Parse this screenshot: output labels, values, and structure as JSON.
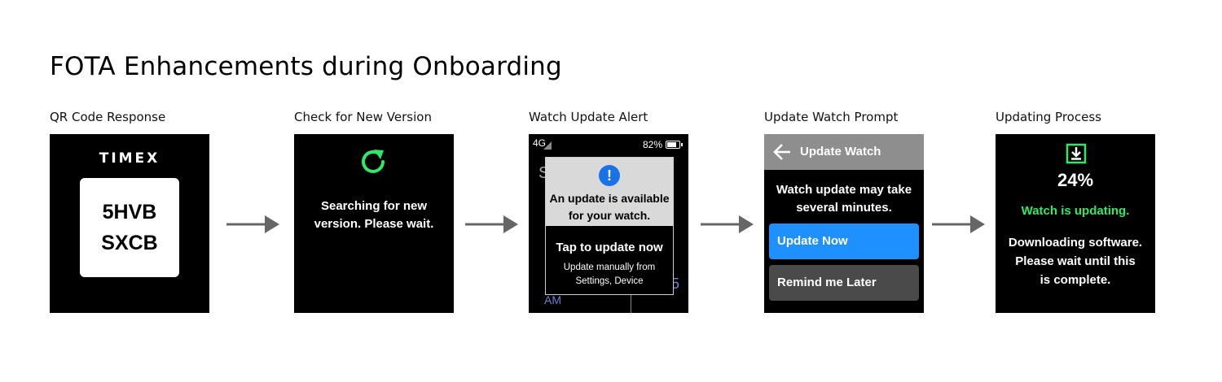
{
  "title": "FOTA Enhancements during Onboarding",
  "colors": {
    "screen_bg": "#000000",
    "accent_green": "#2ee86a",
    "accent_blue": "#1e90ff",
    "alert_icon_blue": "#1a72e8",
    "header_gray": "#8e8e8e",
    "arrow_gray": "#666666"
  },
  "steps": [
    {
      "label": "QR Code Response",
      "brand": "TIMEX",
      "code_line1": "5HVB",
      "code_line2": "SXCB"
    },
    {
      "label": "Check for New Version",
      "icon": "refresh-icon",
      "message_line1": "Searching for new",
      "message_line2": "version. Please wait."
    },
    {
      "label": "Watch Update Alert",
      "network": "4G",
      "battery": "82%",
      "background_letter": "S",
      "background_am": "AM",
      "background_digit": "5",
      "alert_icon": "alert-icon",
      "alert_icon_glyph": "!",
      "alert_title_line1": "An update is available",
      "alert_title_line2": "for your watch.",
      "alert_cta": "Tap to update now",
      "alert_sub_line1": "Update manually from",
      "alert_sub_line2": "Settings, Device"
    },
    {
      "label": "Update Watch Prompt",
      "header_title": "Update Watch",
      "message_line1": "Watch update may take",
      "message_line2": "several minutes.",
      "primary_button": "Update Now",
      "secondary_button": "Remind me Later"
    },
    {
      "label": "Updating Process",
      "icon": "download-icon",
      "percent": "24%",
      "status": "Watch is updating.",
      "detail_line1": "Downloading software.",
      "detail_line2": "Please wait until this",
      "detail_line3": "is complete."
    }
  ]
}
